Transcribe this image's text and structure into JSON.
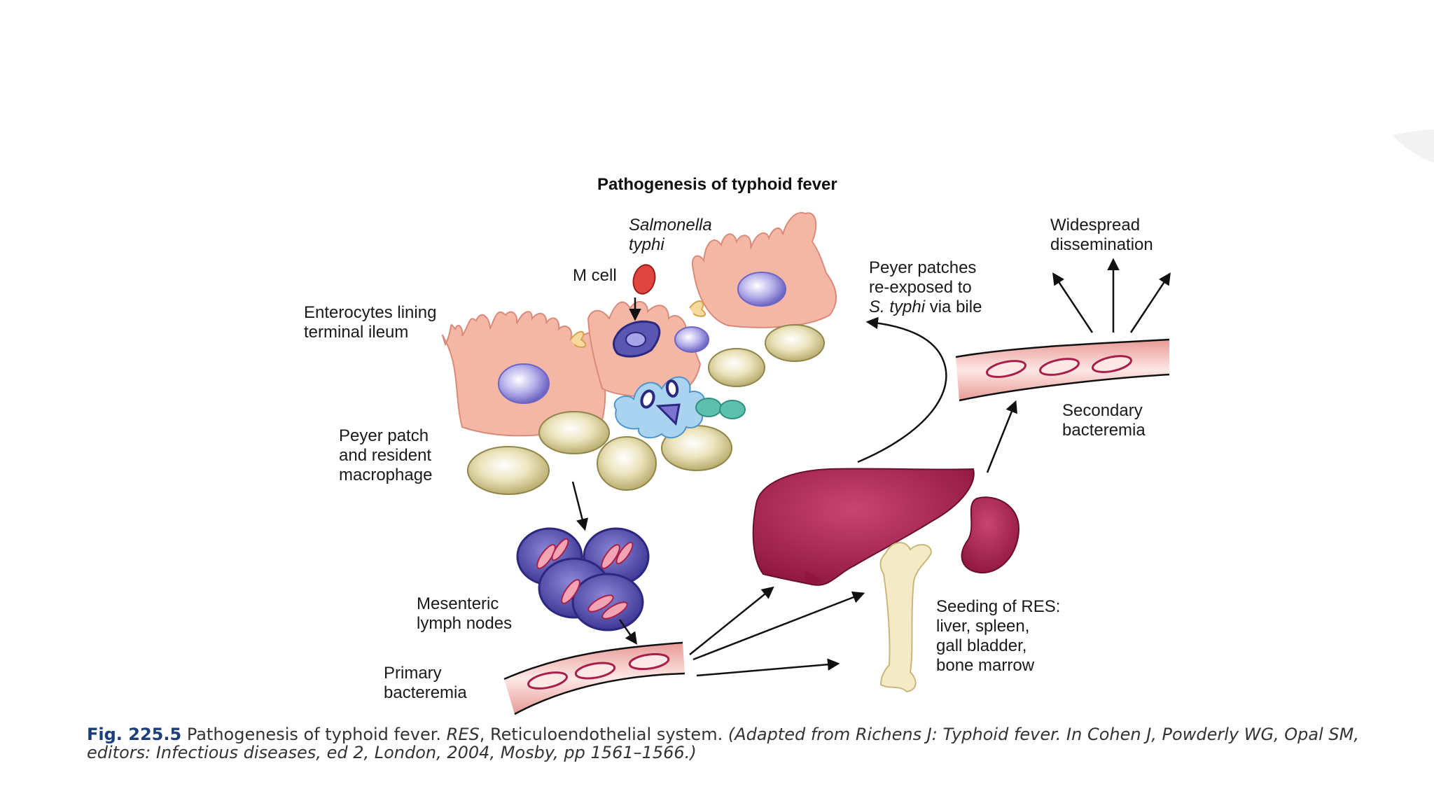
{
  "title": "Pathogenesis of typhoid fever",
  "labels": {
    "salmonella_line1": "Salmonella",
    "salmonella_line2": "typhi",
    "m_cell": "M cell",
    "enterocytes_line1": "Enterocytes lining",
    "enterocytes_line2": "terminal ileum",
    "peyer_line1": "Peyer patch",
    "peyer_line2": "and resident",
    "peyer_line3": "macrophage",
    "mesenteric_line1": "Mesenteric",
    "mesenteric_line2": "lymph nodes",
    "primary_line1": "Primary",
    "primary_line2": "bacteremia",
    "reexposed_line1": "Peyer patches",
    "reexposed_line2": "re-exposed to",
    "reexposed_line3_italic": "S. typhi",
    "reexposed_line3_rest": " via bile",
    "widespread_line1": "Widespread",
    "widespread_line2": "dissemination",
    "secondary_line1": "Secondary",
    "secondary_line2": "bacteremia",
    "seeding_line1": "Seeding of RES:",
    "seeding_line2": "liver, spleen,",
    "seeding_line3": "gall bladder,",
    "seeding_line4": "bone marrow"
  },
  "caption": {
    "fig_number": "Fig. 225.5",
    "text1": " Pathogenesis of typhoid fever. ",
    "res_abbrev": "RES",
    "text2": ", Reticuloendothelial system. ",
    "source": "(Adapted from Richens J: Typhoid fever. In Cohen J, Powderly WG, Opal SM, editors: Infectious diseases, ed 2, London, 2004, Mosby, pp 1561–1566.)"
  },
  "colors": {
    "enterocyte": "#f4b7a6",
    "nucleus": "#a9a3e0",
    "peyer_cell": "#e3dbae",
    "macrophage": "#a9d3ef",
    "lymph_node": "#5b56b2",
    "vessel": "#f2b6b2",
    "liver": "#a81f4a",
    "bone": "#f4ebc6",
    "bacterium": "#e0453f",
    "teal_cell": "#5dbfae"
  }
}
